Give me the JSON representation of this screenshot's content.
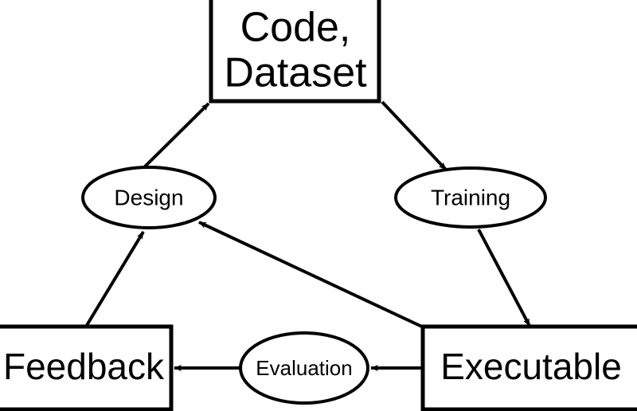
{
  "diagram": {
    "type": "flow-cycle-diagram",
    "background_color": "#ffffff",
    "stroke_color": "#000000",
    "text_color": "#000000",
    "nodes": [
      {
        "id": "code-dataset",
        "shape": "rectangle",
        "label_line1": "Code,",
        "label_line2": "Dataset"
      },
      {
        "id": "design",
        "shape": "ellipse",
        "label": "Design"
      },
      {
        "id": "training",
        "shape": "ellipse",
        "label": "Training"
      },
      {
        "id": "feedback",
        "shape": "rectangle",
        "label": "Feedback"
      },
      {
        "id": "evaluation",
        "shape": "ellipse",
        "label": "Evaluation"
      },
      {
        "id": "executable",
        "shape": "rectangle",
        "label": "Executable"
      }
    ],
    "edges": [
      {
        "id": "design-to-code",
        "from": "design",
        "to": "code-dataset",
        "label": ""
      },
      {
        "id": "code-to-training",
        "from": "code-dataset",
        "to": "training",
        "label": ""
      },
      {
        "id": "training-to-executable",
        "from": "training",
        "to": "executable",
        "label": ""
      },
      {
        "id": "executable-to-evaluation",
        "from": "executable",
        "to": "evaluation",
        "label": ""
      },
      {
        "id": "evaluation-to-feedback",
        "from": "evaluation",
        "to": "feedback",
        "label": ""
      },
      {
        "id": "feedback-to-design",
        "from": "feedback",
        "to": "design",
        "label": ""
      },
      {
        "id": "executable-to-design",
        "from": "executable",
        "to": "design",
        "label": ""
      }
    ]
  }
}
